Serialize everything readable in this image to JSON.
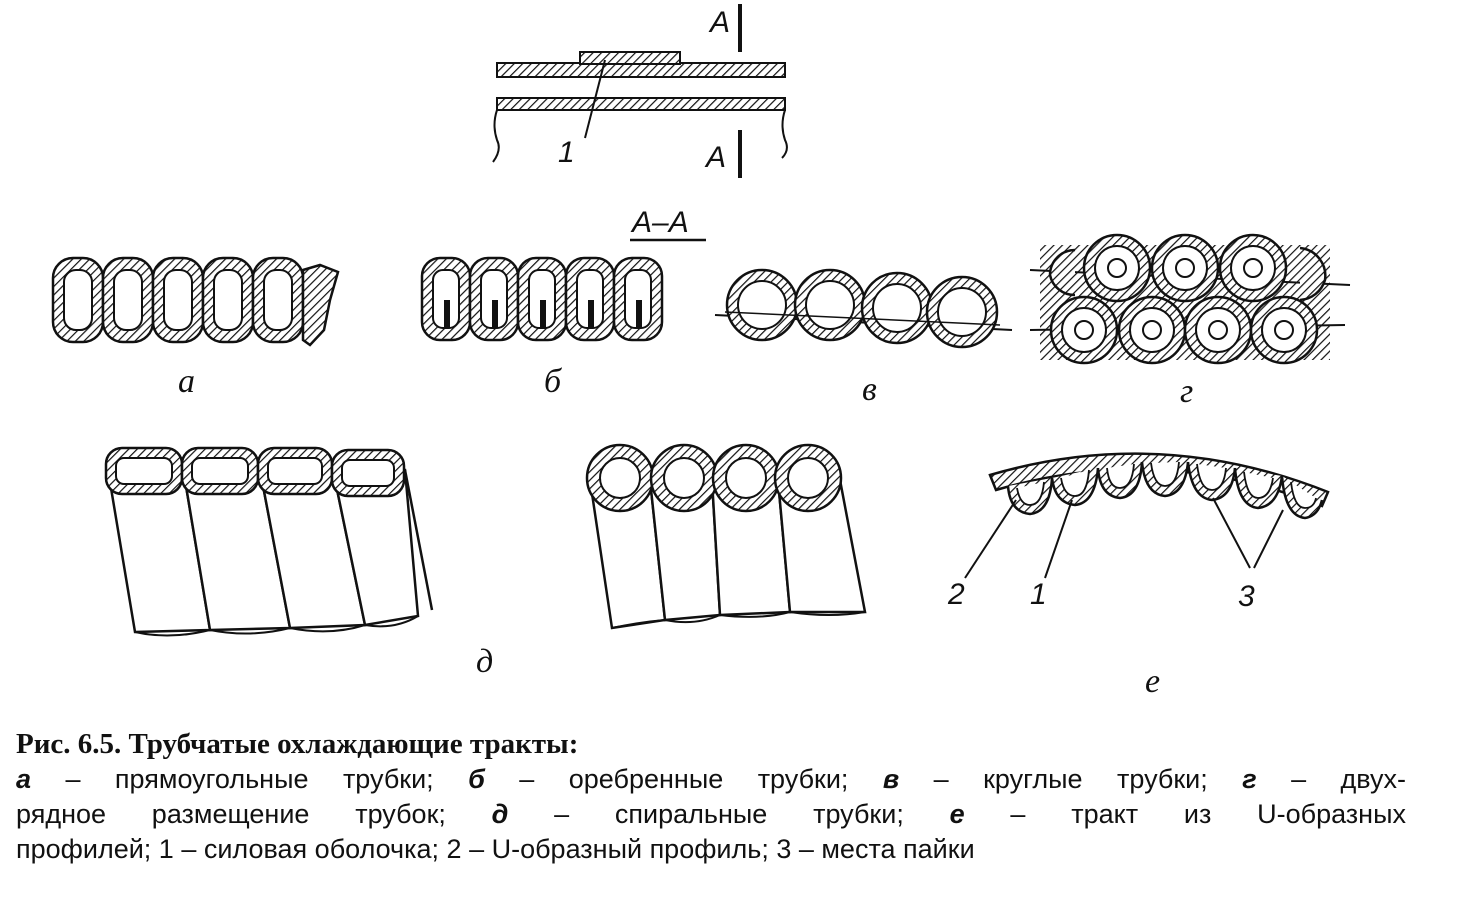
{
  "figure": {
    "section_label_top": "А",
    "section_label_bottom": "А",
    "callout_top": "1",
    "section_title": "А–А",
    "panels": {
      "a": "а",
      "b": "б",
      "v": "в",
      "g": "г",
      "d": "д",
      "e": "е"
    },
    "callouts_e": {
      "shell": "1",
      "profile": "2",
      "solder": "3"
    }
  },
  "caption": {
    "title": "Рис. 6.5. Трубчатые охлаждающие тракты:",
    "items": [
      {
        "key": "а",
        "text": " – прямоугольные трубки; "
      },
      {
        "key": "б",
        "text": " – оребренные трубки; "
      },
      {
        "key": "в",
        "text": " – круглые трубки; "
      },
      {
        "key": "г",
        "text": " – двух-"
      }
    ],
    "line2_pre": "рядное размещение трубок; ",
    "line2_key_d": "д",
    "line2_mid": " – спиральные трубки; ",
    "line2_key_e": "е",
    "line2_post": " – тракт из U-образных",
    "line3": "профилей; 1 – силовая оболочка; 2 – U-образный профиль; 3 – места пайки"
  }
}
